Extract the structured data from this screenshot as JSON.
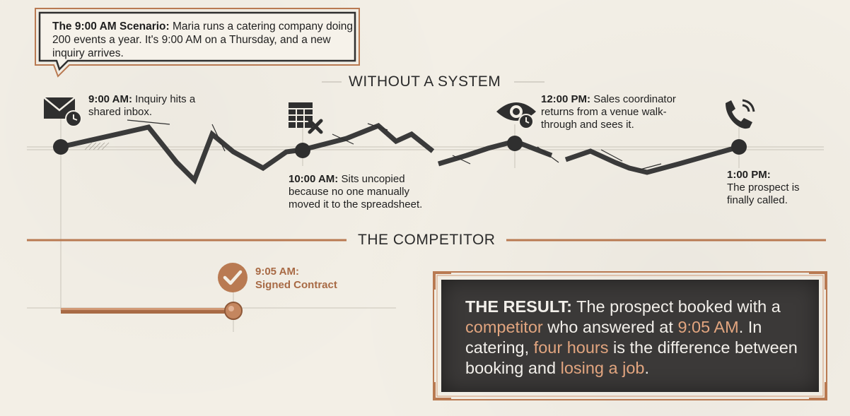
{
  "scenario": {
    "label": "The 9:00 AM Scenario:",
    "text": " Maria runs a catering company doing 200 events a year. It's 9:00 AM on a Thursday, and a new inquiry arrives."
  },
  "without_system": {
    "title": "WITHOUT A SYSTEM",
    "events": [
      {
        "time": "9:00 AM:",
        "text": " Inquiry hits a shared inbox.",
        "icon": "envelope-clock-icon"
      },
      {
        "time": "10:00 AM:",
        "text": " Sits uncopied because no one manually moved it to the spreadsheet.",
        "icon": "spreadsheet-x-icon"
      },
      {
        "time": "12:00 PM:",
        "text": " Sales coordinator returns from a venue walk-through and sees it.",
        "icon": "eye-clock-icon"
      },
      {
        "time": "1:00 PM:",
        "text": "The prospect is finally called.",
        "icon": "phone-ringing-icon"
      }
    ]
  },
  "competitor": {
    "title": "THE COMPETITOR",
    "time": "9:05 AM:",
    "text": "Signed Contract",
    "icon": "check-circle-icon"
  },
  "result": {
    "label": "THE RESULT:",
    "parts": [
      " The prospect booked with a ",
      "competitor",
      " who answered at ",
      "9:05 AM",
      ". In catering, ",
      "four hours",
      " is the difference between booking and ",
      "losing a job",
      "."
    ]
  },
  "colors": {
    "copper": "#b97a52",
    "accent": "#e2a57f",
    "dark": "#3b3938",
    "ink": "#2f2f2f"
  }
}
